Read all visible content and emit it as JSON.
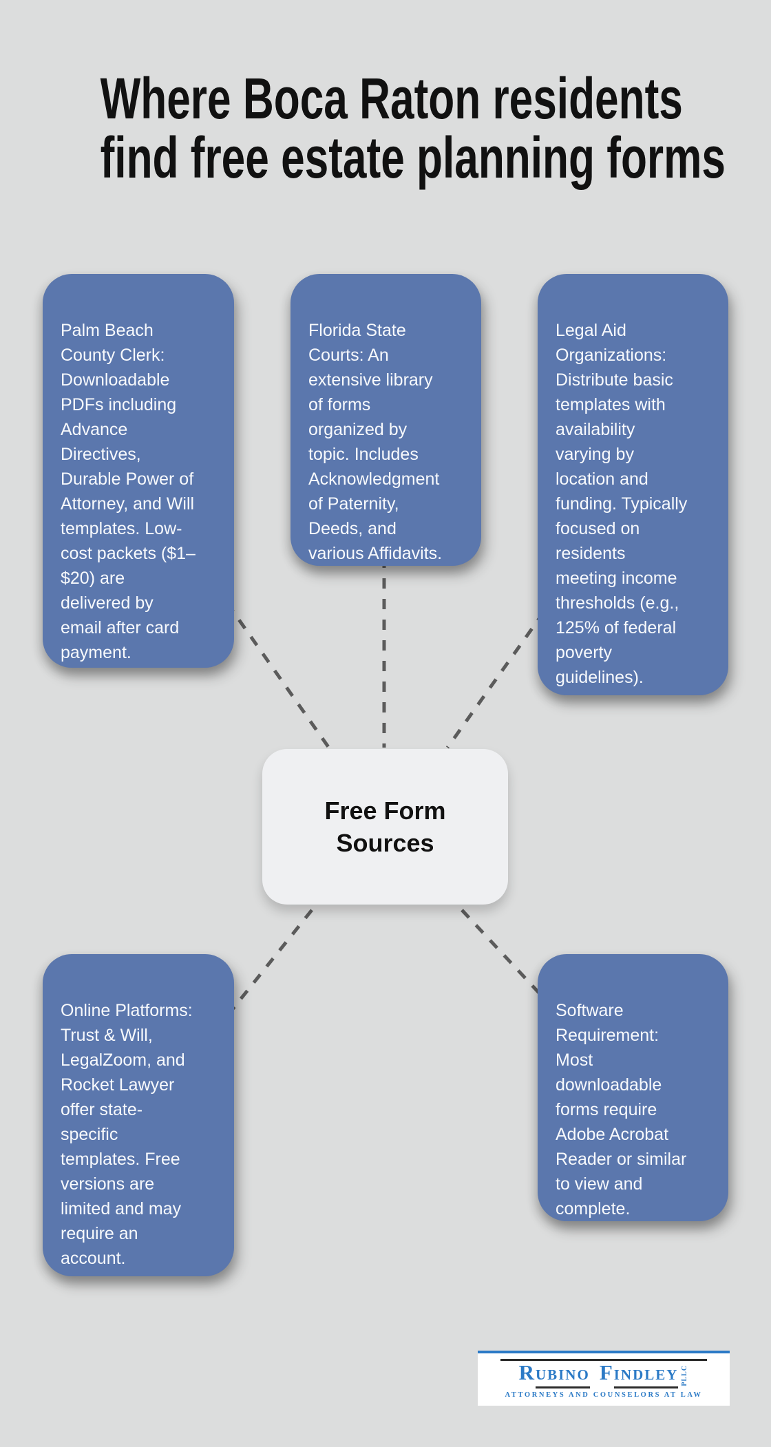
{
  "title": {
    "line1": "Where Boca Raton residents",
    "line2": "find free estate planning forms"
  },
  "center_node": {
    "label": "Free Form\nSources"
  },
  "nodes": [
    {
      "id": "palm-beach-county-clerk",
      "text": "Palm Beach\nCounty Clerk:\nDownloadable\nPDFs including\nAdvance\nDirectives,\nDurable Power of\nAttorney, and Will\ntemplates. Low-\ncost packets ($1–\n$20) are\ndelivered by\nemail after card\npayment."
    },
    {
      "id": "florida-state-courts",
      "text": "Florida State\nCourts: An\nextensive library\nof forms\norganized by\ntopic. Includes\nAcknowledgment\nof Paternity,\nDeeds, and\nvarious Affidavits."
    },
    {
      "id": "legal-aid-organizations",
      "text": "Legal Aid\nOrganizations:\nDistribute basic\ntemplates with\navailability\nvarying by\nlocation and\nfunding. Typically\nfocused on\nresidents\nmeeting income\nthresholds (e.g.,\n125% of federal\npoverty\nguidelines)."
    },
    {
      "id": "online-platforms",
      "text": "Online Platforms:\nTrust & Will,\nLegalZoom, and\nRocket Lawyer\noffer state-\nspecific\ntemplates. Free\nversions are\nlimited and may\nrequire an\naccount."
    },
    {
      "id": "software-requirement",
      "text": "Software\nRequirement:\nMost\ndownloadable\nforms require\nAdobe Acrobat\nReader or similar\nto view and\ncomplete."
    }
  ],
  "logo": {
    "word1_initial": "R",
    "word1_rest": "UBINO",
    "word2_initial": "F",
    "word2_rest": "INDLEY",
    "suffix": "PLLC",
    "tagline": "ATTORNEYS AND COUNSELORS AT LAW"
  },
  "colors": {
    "background": "#dcdddd",
    "node_fill": "#5b77ad",
    "node_text": "#f7f9fc",
    "center_fill": "#eff0f2",
    "center_text": "#111111",
    "connector": "#5b5b5b",
    "title_color": "#111111",
    "logo_blue": "#2b7ac6",
    "logo_rule": "#2b2b2b"
  }
}
